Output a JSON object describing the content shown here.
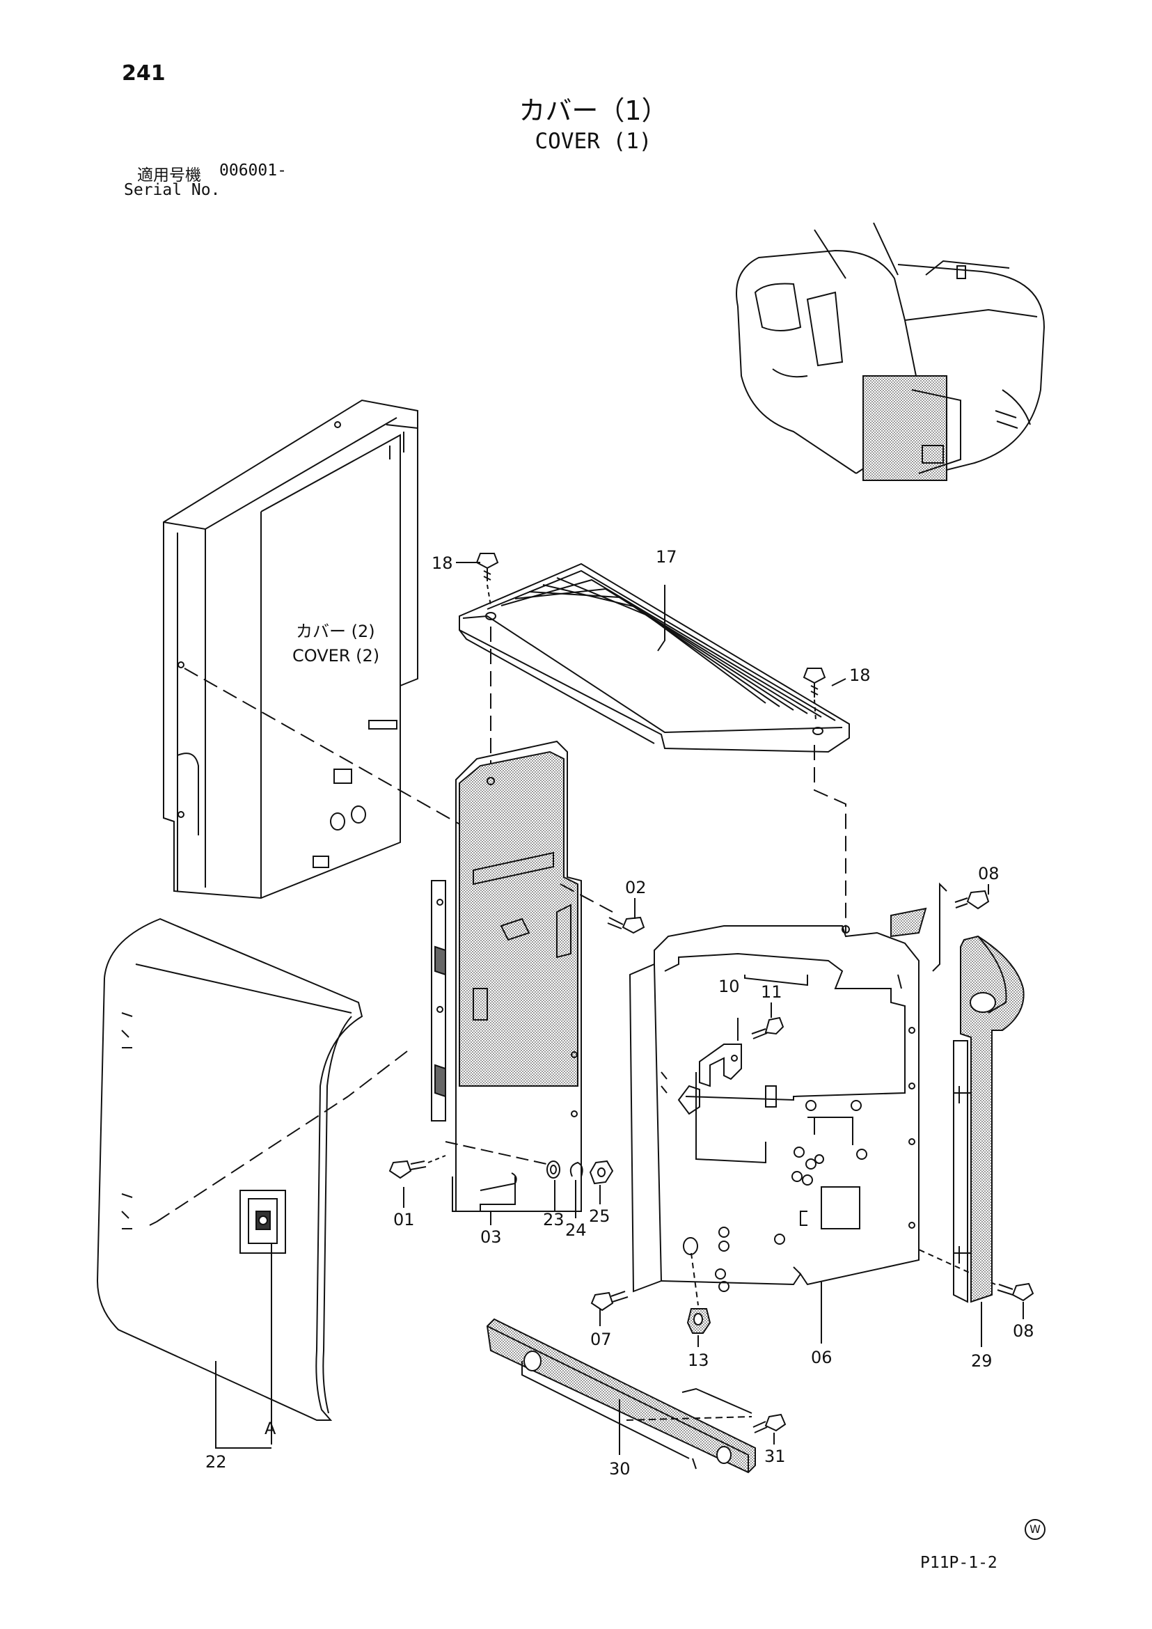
{
  "header": {
    "page_number": "241",
    "title_ja": "カバー（1）",
    "title_en": "COVER (1)",
    "serial_label_ja": "適用号機",
    "serial_value": "006001-",
    "serial_label_en": "Serial No."
  },
  "footer": {
    "drawing_code": "P11P-1-2",
    "w_mark": "W"
  },
  "callouts": {
    "cover2_ja": "カバー (2)",
    "cover2_en": "COVER (2)",
    "view_a": "A"
  },
  "parts": {
    "p01": "01",
    "p02": "02",
    "p03": "03",
    "p06": "06",
    "p07": "07",
    "p08a": "08",
    "p08b": "08",
    "p10": "10",
    "p11": "11",
    "p13": "13",
    "p17": "17",
    "p18a": "18",
    "p18b": "18",
    "p22": "22",
    "p23": "23",
    "p24": "24",
    "p25": "25",
    "p29": "29",
    "p30": "30",
    "p31": "31"
  },
  "colors": {
    "ink": "#111111",
    "shade": "#b9b9b9",
    "paper": "#ffffff"
  }
}
